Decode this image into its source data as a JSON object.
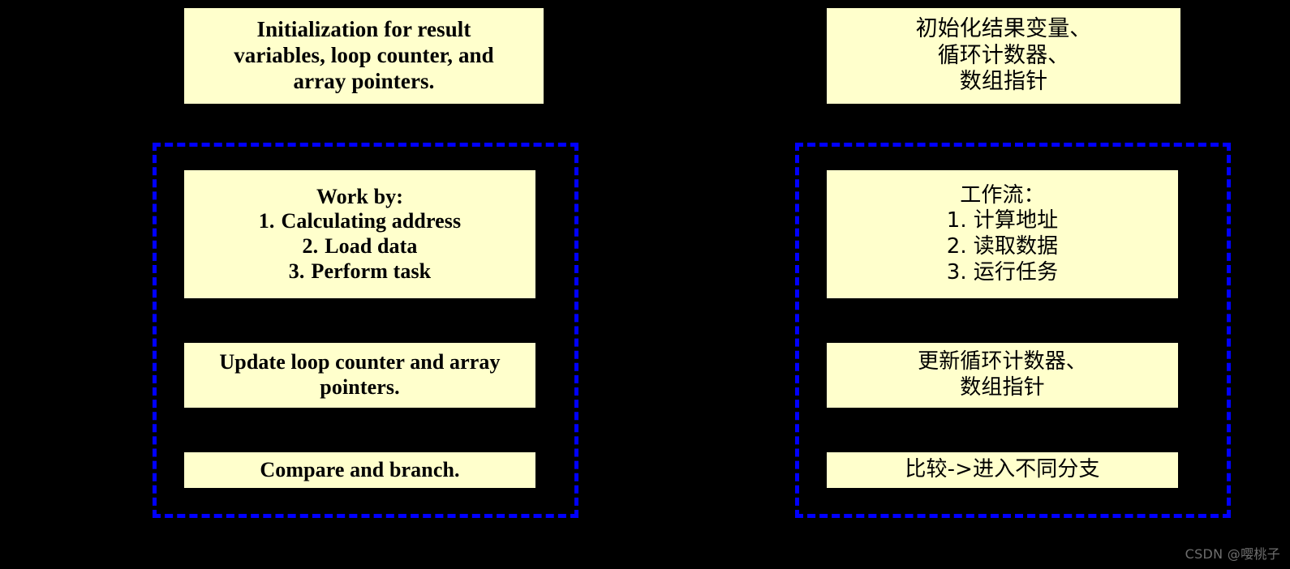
{
  "canvas": {
    "background": "#000000",
    "node_fill": "#ffffcc",
    "node_text": "#000000",
    "loop_border": "#0000ff"
  },
  "left_column": {
    "language": "English",
    "init_node": {
      "lines": [
        "Initialization for result",
        "variables, loop counter, and",
        "array pointers."
      ]
    },
    "loop_group": {
      "work_node": {
        "heading": "Work by:",
        "items": [
          {
            "num": "1.",
            "text": "Calculating address"
          },
          {
            "num": "2.",
            "text": "Load data"
          },
          {
            "num": "3.",
            "text": "Perform task"
          }
        ]
      },
      "update_node": {
        "lines": [
          "Update loop counter and array",
          "pointers."
        ]
      },
      "compare_node": {
        "lines": [
          "Compare and branch."
        ]
      }
    }
  },
  "right_column": {
    "language": "Chinese",
    "init_node": {
      "lines": [
        "初始化结果变量、",
        "循环计数器、",
        "数组指针"
      ]
    },
    "loop_group": {
      "work_node": {
        "heading": "工作流：",
        "items": [
          {
            "num": "1.",
            "text": "计算地址"
          },
          {
            "num": "2.",
            "text": "读取数据"
          },
          {
            "num": "3.",
            "text": "运行任务"
          }
        ]
      },
      "update_node": {
        "lines": [
          "更新循环计数器、",
          "数组指针"
        ]
      },
      "compare_node": {
        "lines": [
          "比较->进入不同分支"
        ]
      }
    }
  },
  "watermark": {
    "text": "CSDN @嘤桃子",
    "color": "#6e6e6e"
  }
}
